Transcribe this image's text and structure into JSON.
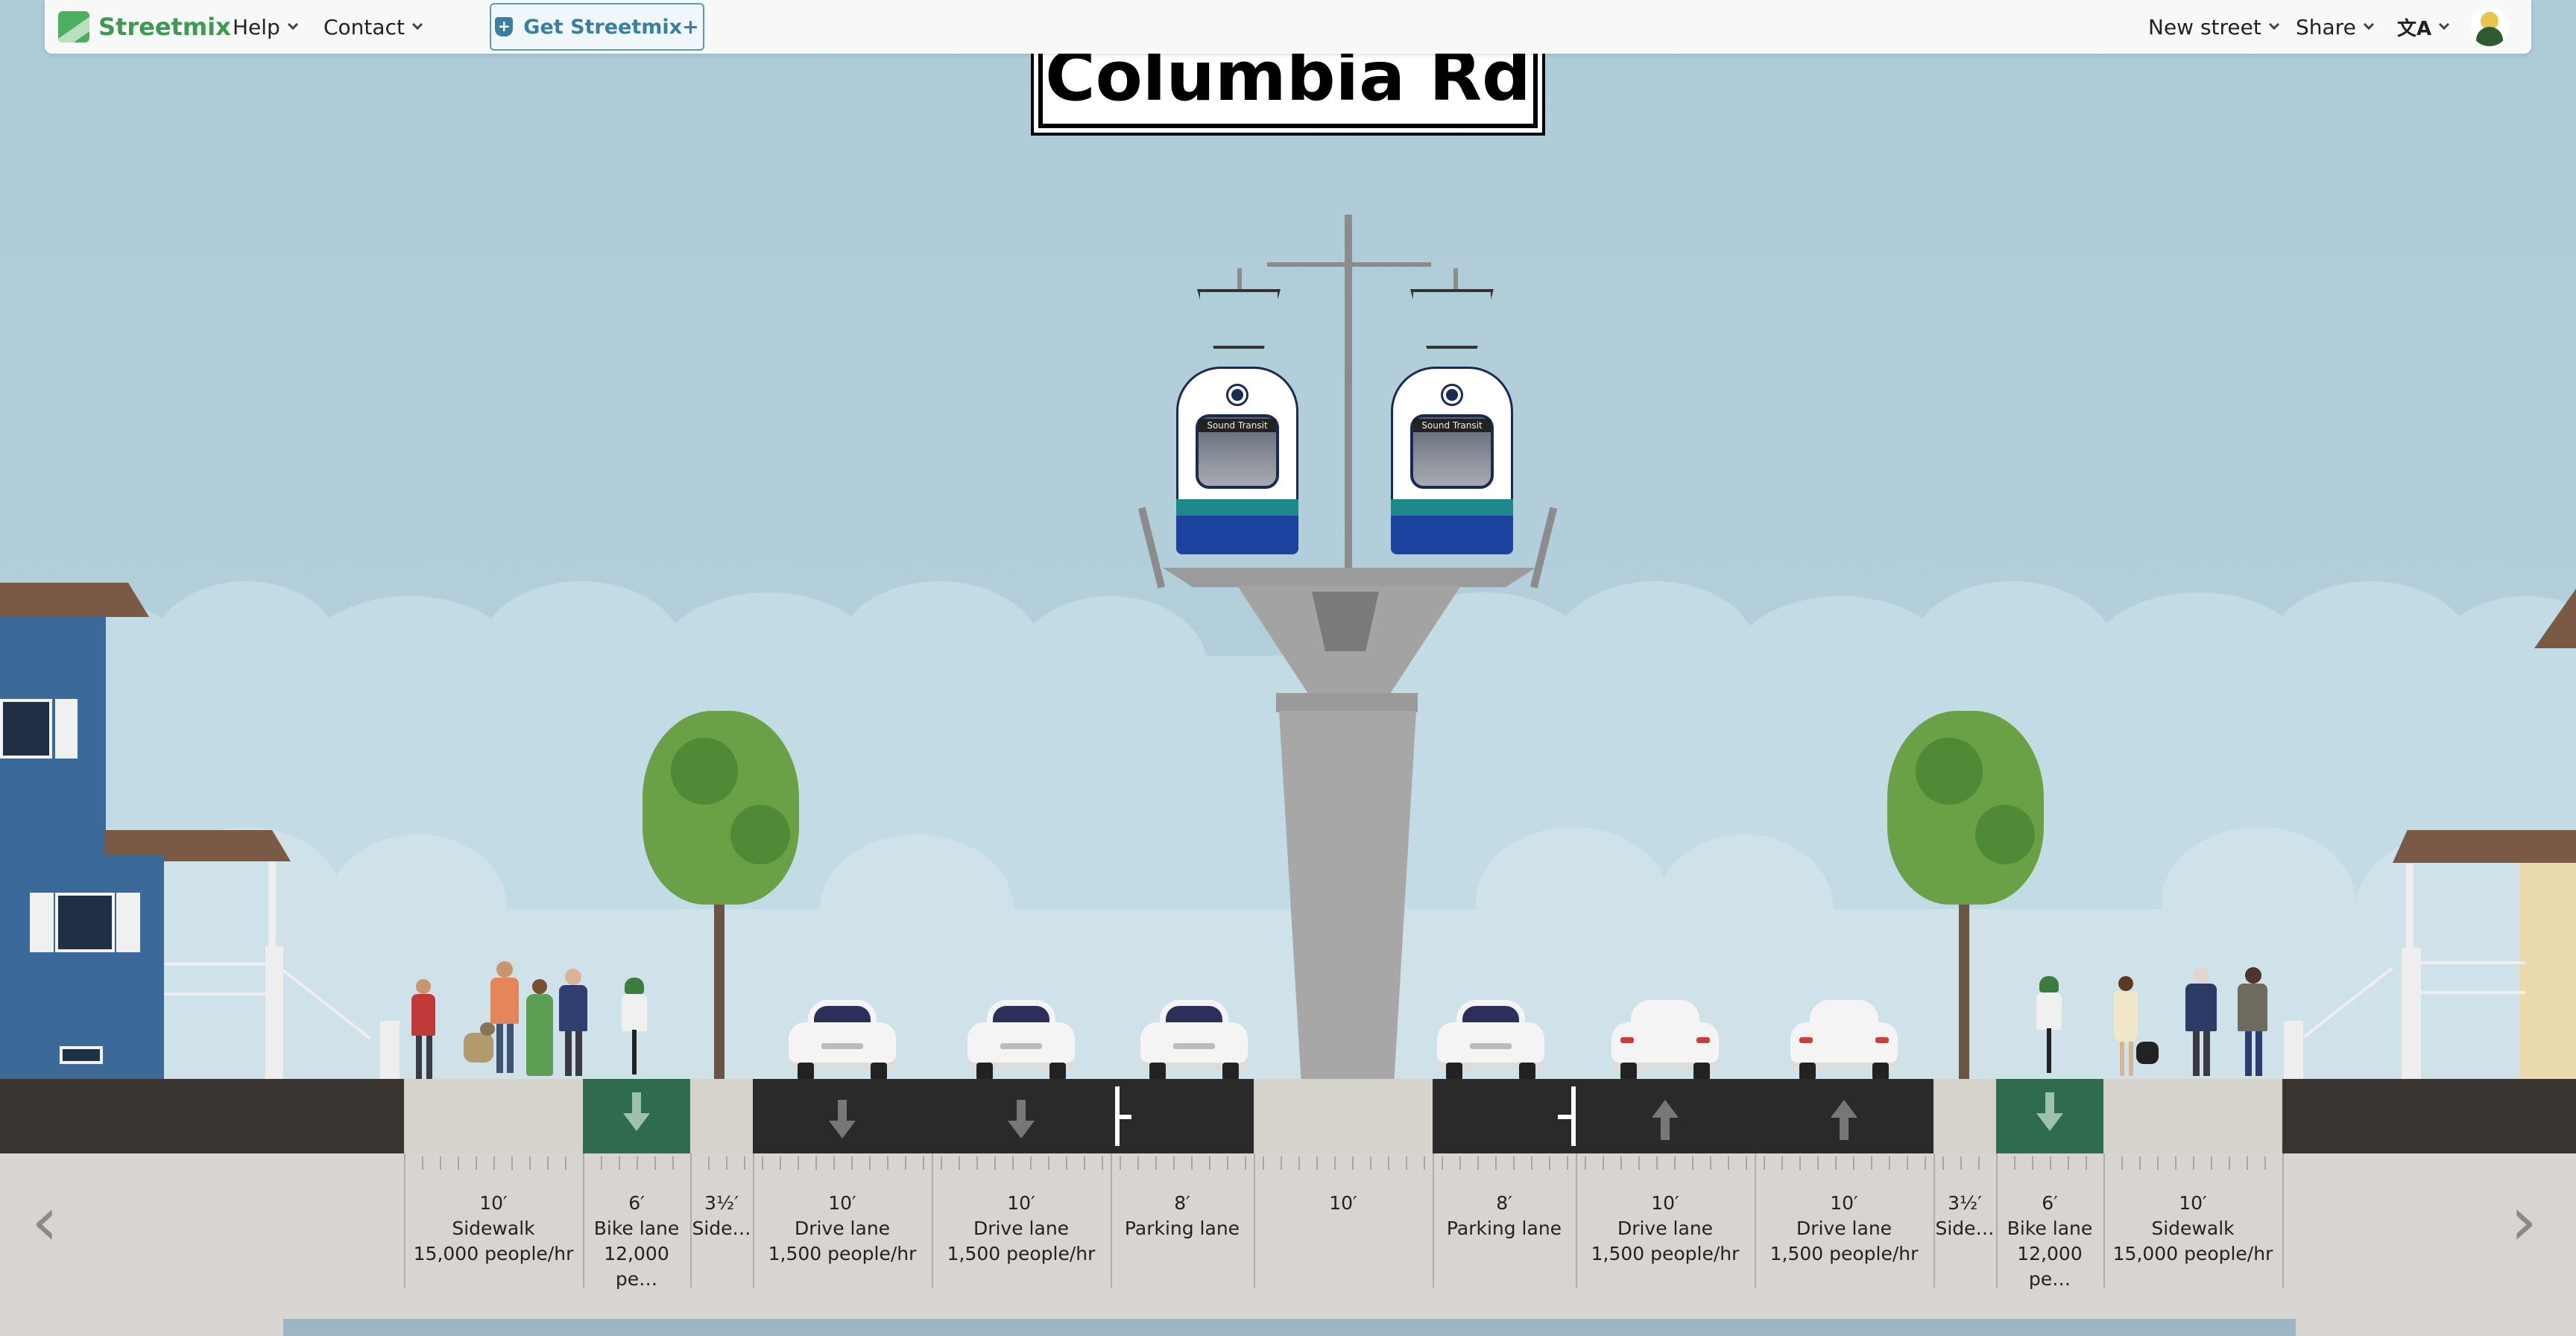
{
  "app": {
    "name": "Streetmix"
  },
  "nav": {
    "help": "Help",
    "contact": "Contact",
    "plus": "Get Streetmix+",
    "new_street": "New street",
    "share": "Share",
    "language_icon": "translate-icon"
  },
  "street": {
    "name": "Columbia Rd"
  },
  "segments": [
    {
      "width": "10′",
      "name": "Sidewalk",
      "capacity": "15,000 people/hr"
    },
    {
      "width": "6′",
      "name": "Bike lane",
      "capacity": "12,000 pe…"
    },
    {
      "width": "3½′",
      "name": "Side…",
      "capacity": ""
    },
    {
      "width": "10′",
      "name": "Drive lane",
      "capacity": "1,500 people/hr"
    },
    {
      "width": "10′",
      "name": "Drive lane",
      "capacity": "1,500 people/hr"
    },
    {
      "width": "8′",
      "name": "Parking lane",
      "capacity": ""
    },
    {
      "width": "10′",
      "name": "",
      "capacity": ""
    },
    {
      "width": "8′",
      "name": "Parking lane",
      "capacity": ""
    },
    {
      "width": "10′",
      "name": "Drive lane",
      "capacity": "1,500 people/hr"
    },
    {
      "width": "10′",
      "name": "Drive lane",
      "capacity": "1,500 people/hr"
    },
    {
      "width": "3½′",
      "name": "Side…",
      "capacity": ""
    },
    {
      "width": "6′",
      "name": "Bike lane",
      "capacity": "12,000 pe…"
    },
    {
      "width": "10′",
      "name": "Sidewalk",
      "capacity": "15,000 people/hr"
    }
  ],
  "tram": {
    "destination": "Sound Transit"
  },
  "icons": {
    "left": "chevron-left-icon",
    "right": "chevron-right-icon"
  },
  "colors": {
    "brand": "#3d9a50",
    "bike_lane": "#2f6b4f",
    "asphalt": "#2a2a2a",
    "sidewalk": "#d6d2cc",
    "sky": "#aecbd8"
  }
}
